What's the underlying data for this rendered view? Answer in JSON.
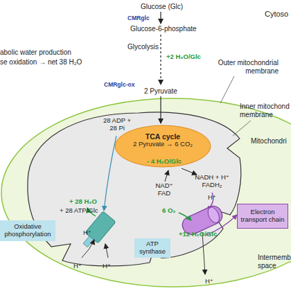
{
  "diagram": {
    "nodes": [
      {
        "text": [
          "TCA cycle",
          "2 Pyruvate → 6 CO₂"
        ]
      },
      {
        "text": [
          "Oxidative phosphorylation"
        ]
      },
      {
        "text": [
          "ATP synthase"
        ]
      },
      {
        "text": [
          "Electron transport chain"
        ]
      }
    ],
    "labels": [
      "Cytoso",
      "Glucose (Glc)",
      "CMRglc",
      "Glucose-6-phosphate",
      "abolic water production",
      "se oxidation → net 38 H₂O",
      "Glycolysis",
      "+2 H₂O/Glc",
      "Outer mitochondrial membrane",
      "CMRglc-ox",
      "2 Pyruvate",
      "Inner mitochond membrane",
      "Mitochondri",
      "28 ADP + 28 Pi",
      "- 4 H₂O/Glc",
      "NAD⁺ FAD",
      "NADH + H⁺ FADH₂",
      "+ 28 H₂O",
      "+ 28 ATP/Glc",
      "6 O₂",
      "H⁺",
      "H⁺",
      "+12 H₂O/Glc",
      "H⁺",
      "H⁺",
      "H⁺",
      "Intermemb space"
    ]
  }
}
